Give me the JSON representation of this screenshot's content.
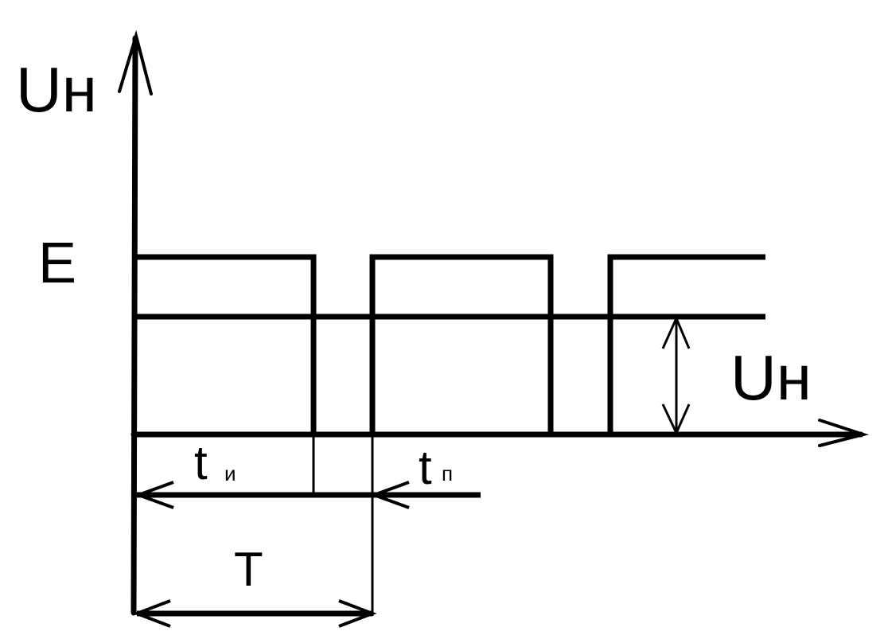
{
  "labels": {
    "y_axis": "Uн",
    "level": "E",
    "amplitude": "Uн",
    "pulse_time_main": "t",
    "pulse_time_sub": "и",
    "pause_time_main": "t",
    "pause_time_sub": "п",
    "period": "T"
  },
  "colors": {
    "ink": "#000000",
    "background": "#ffffff"
  }
}
